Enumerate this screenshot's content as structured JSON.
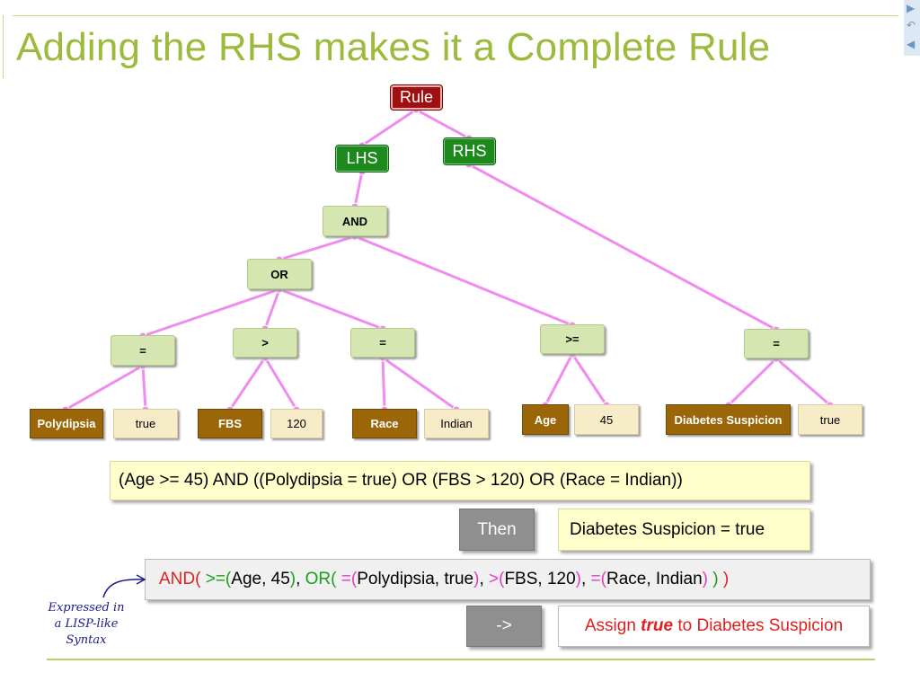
{
  "title": "Adding the RHS makes it a Complete Rule",
  "nav_icons": [
    "next-arrow-icon",
    "return-icon",
    "previous-arrow-icon"
  ],
  "colors": {
    "title": "#9cbb3c",
    "edge": "#f08cf0",
    "root": "#a01010",
    "side": "#1e8a1e",
    "operator": "#d6e6b0",
    "attribute": "#9a6608",
    "value": "#f6ecc8"
  },
  "tree": {
    "root": "Rule",
    "lhs": "LHS",
    "rhs": "RHS",
    "and": "AND",
    "or": "OR",
    "eq1": "=",
    "gt": ">",
    "eq2": "=",
    "gte": ">=",
    "eq3": "=",
    "polydipsia": "Polydipsia",
    "true1": "true",
    "fbs": "FBS",
    "v120": "120",
    "race": "Race",
    "indian": "Indian",
    "age": "Age",
    "v45": "45",
    "diabetes": "Diabetes Suspicion",
    "true2": "true"
  },
  "condition": "(Age >= 45) AND ((Polydipsia = true) OR (FBS > 120) OR (Race = Indian))",
  "then_label": "Then",
  "action": "Diabetes Suspicion = true",
  "lisp": {
    "and_open": "AND(",
    "gte_op": ">=(",
    "gte_args": "Age, 45",
    "gte_close": ")",
    "comma1": ",",
    "or_open": "OR(",
    "eq1_op": "=(",
    "eq1_args": "Polydipsia, true",
    "eq1_close": ")",
    "comma2": ",",
    "gt_op": ">(",
    "gt_args": "FBS, 120",
    "gt_close": ")",
    "comma3": ",",
    "eq2_op": "=(",
    "eq2_args": "Race, Indian",
    "eq2_close": ")",
    "or_close": ")",
    "and_close": ")"
  },
  "arrow_label": "->",
  "assign": {
    "pre": "Assign",
    "value": "true",
    "post": "to Diabetes Suspicion"
  },
  "note": {
    "line1": "Expressed in",
    "line2": "a LISP-like",
    "line3": "Syntax"
  }
}
